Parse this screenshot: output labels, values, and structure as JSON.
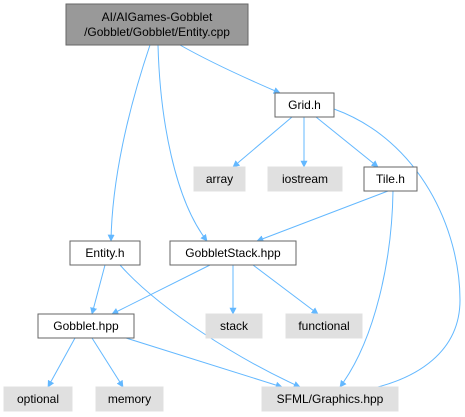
{
  "diagram": {
    "type": "include-dependency-graph",
    "nodes": [
      {
        "id": "entity_cpp",
        "lines": [
          "AI/AIGames-Gobblet",
          "/Gobblet/Gobblet/Entity.cpp"
        ],
        "kind": "root"
      },
      {
        "id": "grid_h",
        "lines": [
          "Grid.h"
        ],
        "kind": "file"
      },
      {
        "id": "array",
        "lines": [
          "array"
        ],
        "kind": "system"
      },
      {
        "id": "iostream",
        "lines": [
          "iostream"
        ],
        "kind": "system"
      },
      {
        "id": "tile_h",
        "lines": [
          "Tile.h"
        ],
        "kind": "file"
      },
      {
        "id": "entity_h",
        "lines": [
          "Entity.h"
        ],
        "kind": "file"
      },
      {
        "id": "gobbletstack_hpp",
        "lines": [
          "GobbletStack.hpp"
        ],
        "kind": "file"
      },
      {
        "id": "gobblet_hpp",
        "lines": [
          "Gobblet.hpp"
        ],
        "kind": "file"
      },
      {
        "id": "stack",
        "lines": [
          "stack"
        ],
        "kind": "system"
      },
      {
        "id": "functional",
        "lines": [
          "functional"
        ],
        "kind": "system"
      },
      {
        "id": "optional",
        "lines": [
          "optional"
        ],
        "kind": "system"
      },
      {
        "id": "memory",
        "lines": [
          "memory"
        ],
        "kind": "system"
      },
      {
        "id": "sfml_graphics",
        "lines": [
          "SFML/Graphics.hpp"
        ],
        "kind": "system"
      }
    ],
    "edges": [
      {
        "from": "entity_cpp",
        "to": "grid_h"
      },
      {
        "from": "entity_cpp",
        "to": "entity_h"
      },
      {
        "from": "entity_cpp",
        "to": "gobbletstack_hpp"
      },
      {
        "from": "grid_h",
        "to": "array"
      },
      {
        "from": "grid_h",
        "to": "iostream"
      },
      {
        "from": "grid_h",
        "to": "tile_h"
      },
      {
        "from": "grid_h",
        "to": "sfml_graphics"
      },
      {
        "from": "tile_h",
        "to": "gobbletstack_hpp"
      },
      {
        "from": "tile_h",
        "to": "sfml_graphics"
      },
      {
        "from": "entity_h",
        "to": "gobblet_hpp"
      },
      {
        "from": "entity_h",
        "to": "sfml_graphics"
      },
      {
        "from": "gobbletstack_hpp",
        "to": "gobblet_hpp"
      },
      {
        "from": "gobbletstack_hpp",
        "to": "stack"
      },
      {
        "from": "gobbletstack_hpp",
        "to": "functional"
      },
      {
        "from": "gobblet_hpp",
        "to": "optional"
      },
      {
        "from": "gobblet_hpp",
        "to": "memory"
      },
      {
        "from": "gobblet_hpp",
        "to": "sfml_graphics"
      }
    ],
    "colors": {
      "root_fill": "#999999",
      "root_border": "#666666",
      "file_fill": "#ffffff",
      "file_border": "#666666",
      "system_fill": "#e0e0e0",
      "system_border": "#e0e0e0",
      "edge": "#63b8ff"
    }
  }
}
